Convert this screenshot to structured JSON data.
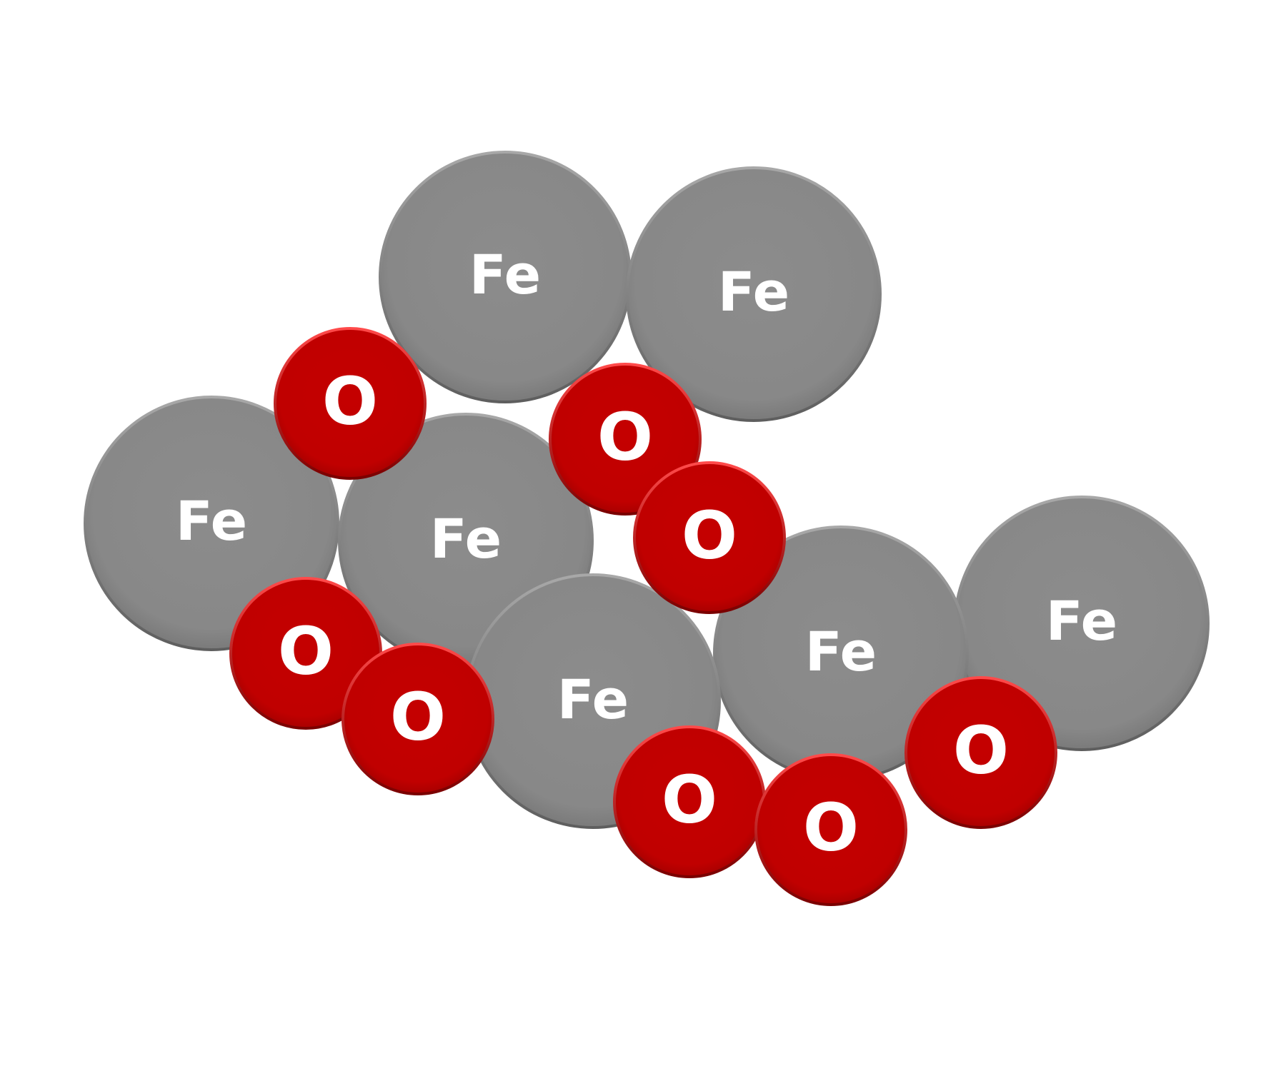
{
  "diagram": {
    "colors": {
      "iron": "#8a8a8a",
      "oxygen": "#cc0000",
      "label": "#ffffff",
      "background": "#ffffff"
    },
    "iron_atoms": [
      {
        "id": "fe-1",
        "label": "Fe"
      },
      {
        "id": "fe-2",
        "label": "Fe"
      },
      {
        "id": "fe-3",
        "label": "Fe"
      },
      {
        "id": "fe-4",
        "label": "Fe"
      },
      {
        "id": "fe-5",
        "label": "Fe"
      },
      {
        "id": "fe-6",
        "label": "Fe"
      },
      {
        "id": "fe-7",
        "label": "Fe"
      }
    ],
    "oxygen_atoms": [
      {
        "id": "o-1",
        "label": "O"
      },
      {
        "id": "o-2",
        "label": "O"
      },
      {
        "id": "o-3",
        "label": "O"
      },
      {
        "id": "o-4",
        "label": "O"
      },
      {
        "id": "o-5",
        "label": "O"
      },
      {
        "id": "o-6",
        "label": "O"
      },
      {
        "id": "o-7",
        "label": "O"
      },
      {
        "id": "o-8",
        "label": "O"
      }
    ]
  }
}
